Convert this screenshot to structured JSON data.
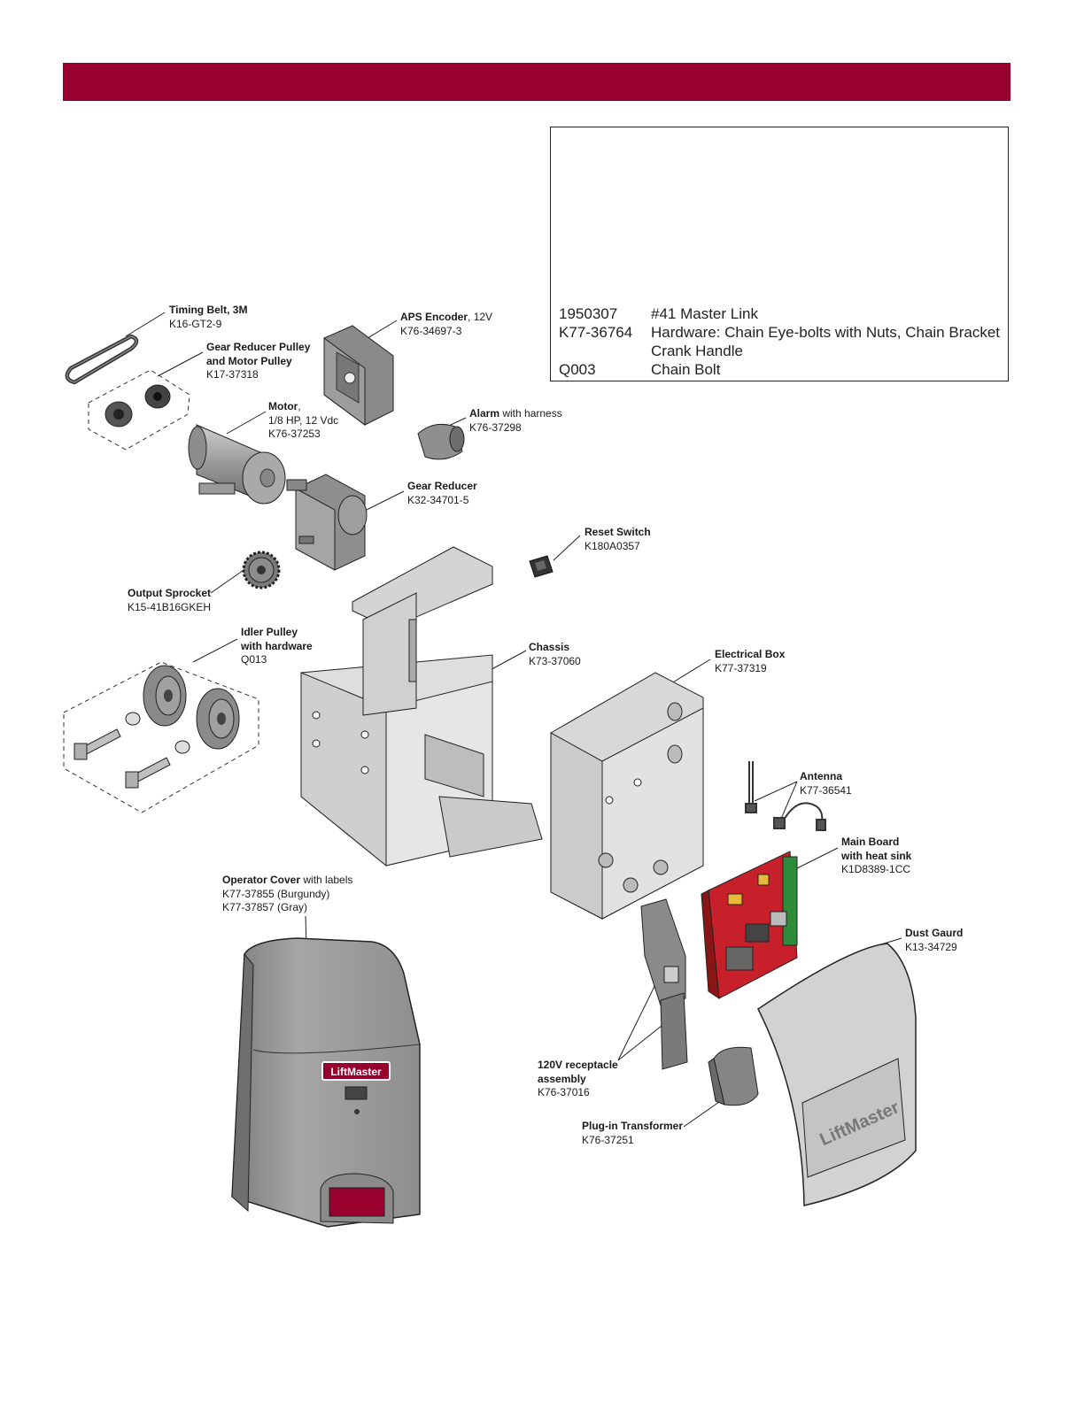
{
  "parts_table": [
    {
      "part": "1950307",
      "description": "#41 Master Link"
    },
    {
      "part": "K77-36764",
      "description": "Hardware: Chain Eye-bolts with Nuts, Chain Bracket Crank Handle"
    },
    {
      "part": "Q003",
      "description": "Chain Bolt"
    }
  ],
  "labels": {
    "timing_belt": {
      "name": "Timing Belt, 3M",
      "part": "K16-GT2-9"
    },
    "gear_reducer_pulley": {
      "name_line1": "Gear Reducer Pulley",
      "name_line2": "and Motor Pulley",
      "part": "K17-37318"
    },
    "aps_encoder": {
      "name": "APS Encoder",
      "extra": ", 12V",
      "part": "K76-34697-3"
    },
    "motor": {
      "name": "Motor",
      "extra": ",",
      "spec": "1/8 HP, 12 Vdc",
      "part": "K76-37253"
    },
    "alarm": {
      "name": "Alarm",
      "extra": " with harness",
      "part": "K76-37298"
    },
    "gear_reducer": {
      "name": "Gear Reducer",
      "part": "K32-34701-5"
    },
    "reset_switch": {
      "name": "Reset Switch",
      "part": "K180A0357"
    },
    "output_sprocket": {
      "name": "Output Sprocket",
      "part": "K15-41B16GKEH"
    },
    "idler_pulley": {
      "name_line1": "Idler Pulley",
      "name_line2": "with hardware",
      "part": "Q013"
    },
    "chassis": {
      "name": "Chassis",
      "part": "K73-37060"
    },
    "electrical_box": {
      "name": "Electrical Box",
      "part": "K77-37319"
    },
    "antenna": {
      "name": "Antenna",
      "part": "K77-36541"
    },
    "main_board": {
      "name_line1": "Main Board",
      "name_line2": "with heat sink",
      "part": "K1D8389-1CC"
    },
    "operator_cover": {
      "name": "Operator Cover",
      "extra": " with labels",
      "part1": "K77-37855 (Burgundy)",
      "part2": "K77-37857 (Gray)"
    },
    "dust_guard": {
      "name": "Dust Gaurd",
      "part": "K13-34729"
    },
    "receptacle": {
      "name_line1": "120V receptacle",
      "name_line2": "assembly",
      "part": "K76-37016"
    },
    "transformer": {
      "name": "Plug-in Transformer",
      "part": "K76-37251"
    }
  },
  "logo_text": "LiftMaster",
  "colors": {
    "brand": "#98002e",
    "board": "#c8202a",
    "part_gray": "#9a9a9a",
    "metal": "#d9d9d9"
  }
}
